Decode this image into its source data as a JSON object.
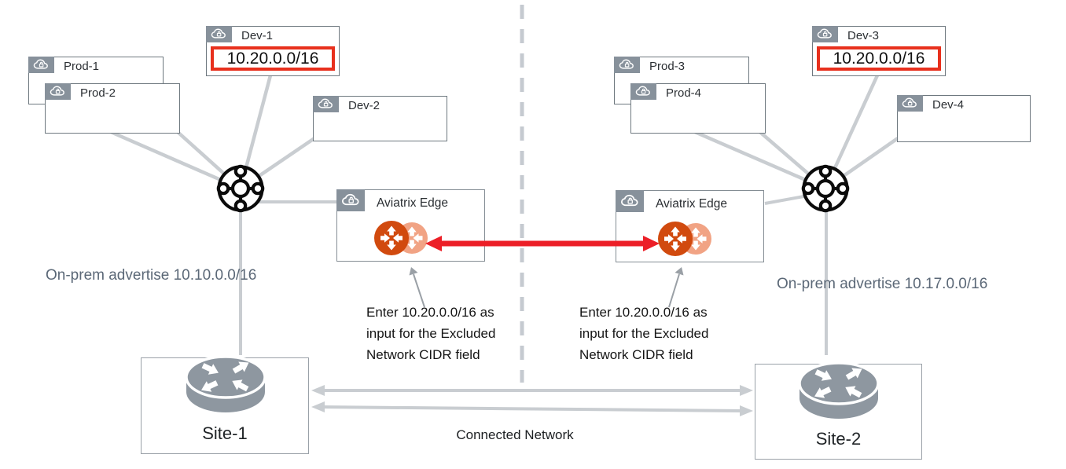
{
  "colors": {
    "highlight_red": "#E8301D",
    "arrow_red": "#EC1F27",
    "gateway_orange_dark": "#D14A0E",
    "gateway_orange_light": "#F1A384",
    "line_gray": "#C9CDD1",
    "node_gray": "#8E97A0",
    "tab_gray": "#87919B",
    "onprem_text_gray": "#5B6877"
  },
  "left": {
    "vpcs": {
      "prod1": {
        "label": "Prod-1"
      },
      "prod2": {
        "label": "Prod-2"
      },
      "dev1": {
        "label": "Dev-1",
        "cidr": "10.20.0.0/16"
      },
      "dev2": {
        "label": "Dev-2"
      }
    },
    "edge": {
      "label": "Aviatrix Edge"
    },
    "annotation": "Enter 10.20.0.0/16 as input for the Excluded Network CIDR field",
    "onprem": "On-prem advertise 10.10.0.0/16",
    "site": "Site-1"
  },
  "right": {
    "vpcs": {
      "prod3": {
        "label": "Prod-3"
      },
      "prod4": {
        "label": "Prod-4"
      },
      "dev3": {
        "label": "Dev-3",
        "cidr": "10.20.0.0/16"
      },
      "dev4": {
        "label": "Dev-4"
      }
    },
    "edge": {
      "label": "Aviatrix Edge"
    },
    "annotation": "Enter 10.20.0.0/16 as input for the Excluded Network CIDR field",
    "onprem": "On-prem advertise 10.17.0.0/16",
    "site": "Site-2"
  },
  "connection": {
    "label": "Connected Network"
  }
}
